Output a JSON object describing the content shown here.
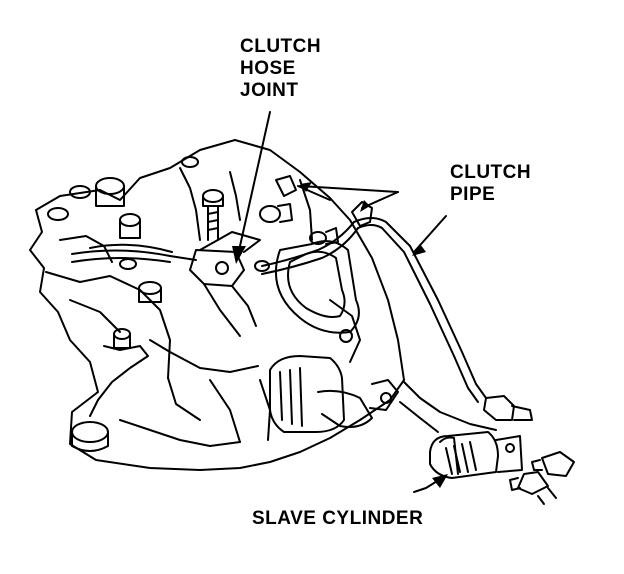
{
  "labels": {
    "clutch_hose_joint": [
      "CLUTCH",
      "HOSE",
      "JOINT"
    ],
    "clutch_pipe": [
      "CLUTCH",
      "PIPE"
    ],
    "slave_cylinder": "SLAVE CYLINDER"
  }
}
